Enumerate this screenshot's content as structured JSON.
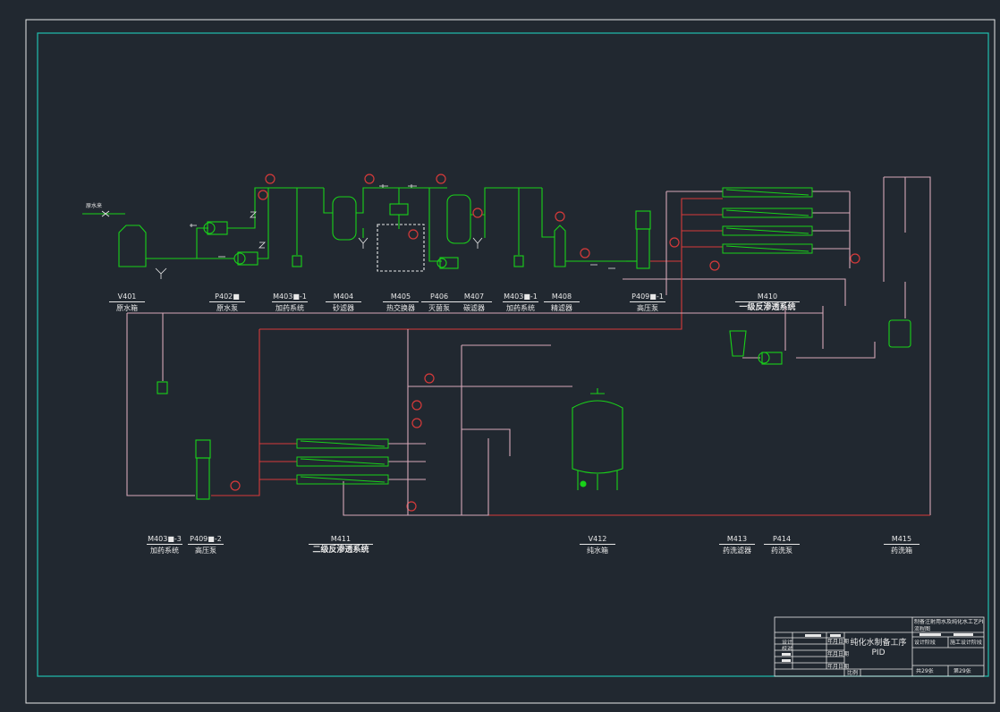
{
  "drawing": {
    "inlet_label": "原水来",
    "equipment": [
      {
        "id": "v401",
        "code": "V401",
        "name": "原水箱"
      },
      {
        "id": "p402",
        "code": "P402■",
        "name": "原水泵"
      },
      {
        "id": "m403a",
        "code": "M403■-1",
        "name": "加药系统"
      },
      {
        "id": "m404",
        "code": "M404",
        "name": "砂滤器"
      },
      {
        "id": "m405",
        "code": "M405",
        "name": "热交换器"
      },
      {
        "id": "p406",
        "code": "P406",
        "name": "灭菌泵"
      },
      {
        "id": "m407",
        "code": "M407",
        "name": "碳滤器"
      },
      {
        "id": "m403b",
        "code": "M403■-1",
        "name": "加药系统"
      },
      {
        "id": "m408",
        "code": "M408",
        "name": "精滤器"
      },
      {
        "id": "p409a",
        "code": "P409■-1",
        "name": "高压泵"
      },
      {
        "id": "m410",
        "code": "M410",
        "name": "一级反渗透系统"
      },
      {
        "id": "m403c",
        "code": "M403■-3",
        "name": "加药系统"
      },
      {
        "id": "p409b",
        "code": "P409■-2",
        "name": "高压泵"
      },
      {
        "id": "m411",
        "code": "M411",
        "name": "二级反渗透系统"
      },
      {
        "id": "v412",
        "code": "V412",
        "name": "纯水箱"
      },
      {
        "id": "m413",
        "code": "M413",
        "name": "药洗滤器"
      },
      {
        "id": "p414",
        "code": "P414",
        "name": "药洗泵"
      },
      {
        "id": "m415",
        "code": "M415",
        "name": "药洗箱"
      }
    ]
  },
  "title_block": {
    "project": "制备注射用水及纯化水工艺PID",
    "drawing_type": "流程图",
    "title_line1": "纯化水制备工序",
    "title_line2": "PID",
    "stage_design": "设计阶段",
    "stage_value": "施工设计阶段",
    "designer": "设计",
    "checker": "校对",
    "date1": "年月日期",
    "date2": "年月日期",
    "date3": "年月日期",
    "scale": "比例",
    "total_sheets": "共29张",
    "sheet_no": "第29张"
  },
  "colors": {
    "green": "#19d219",
    "red": "#d63a3a",
    "pink": "#d6a8b8",
    "white": "#e8e8e8",
    "cyan": "#1fbfae"
  }
}
